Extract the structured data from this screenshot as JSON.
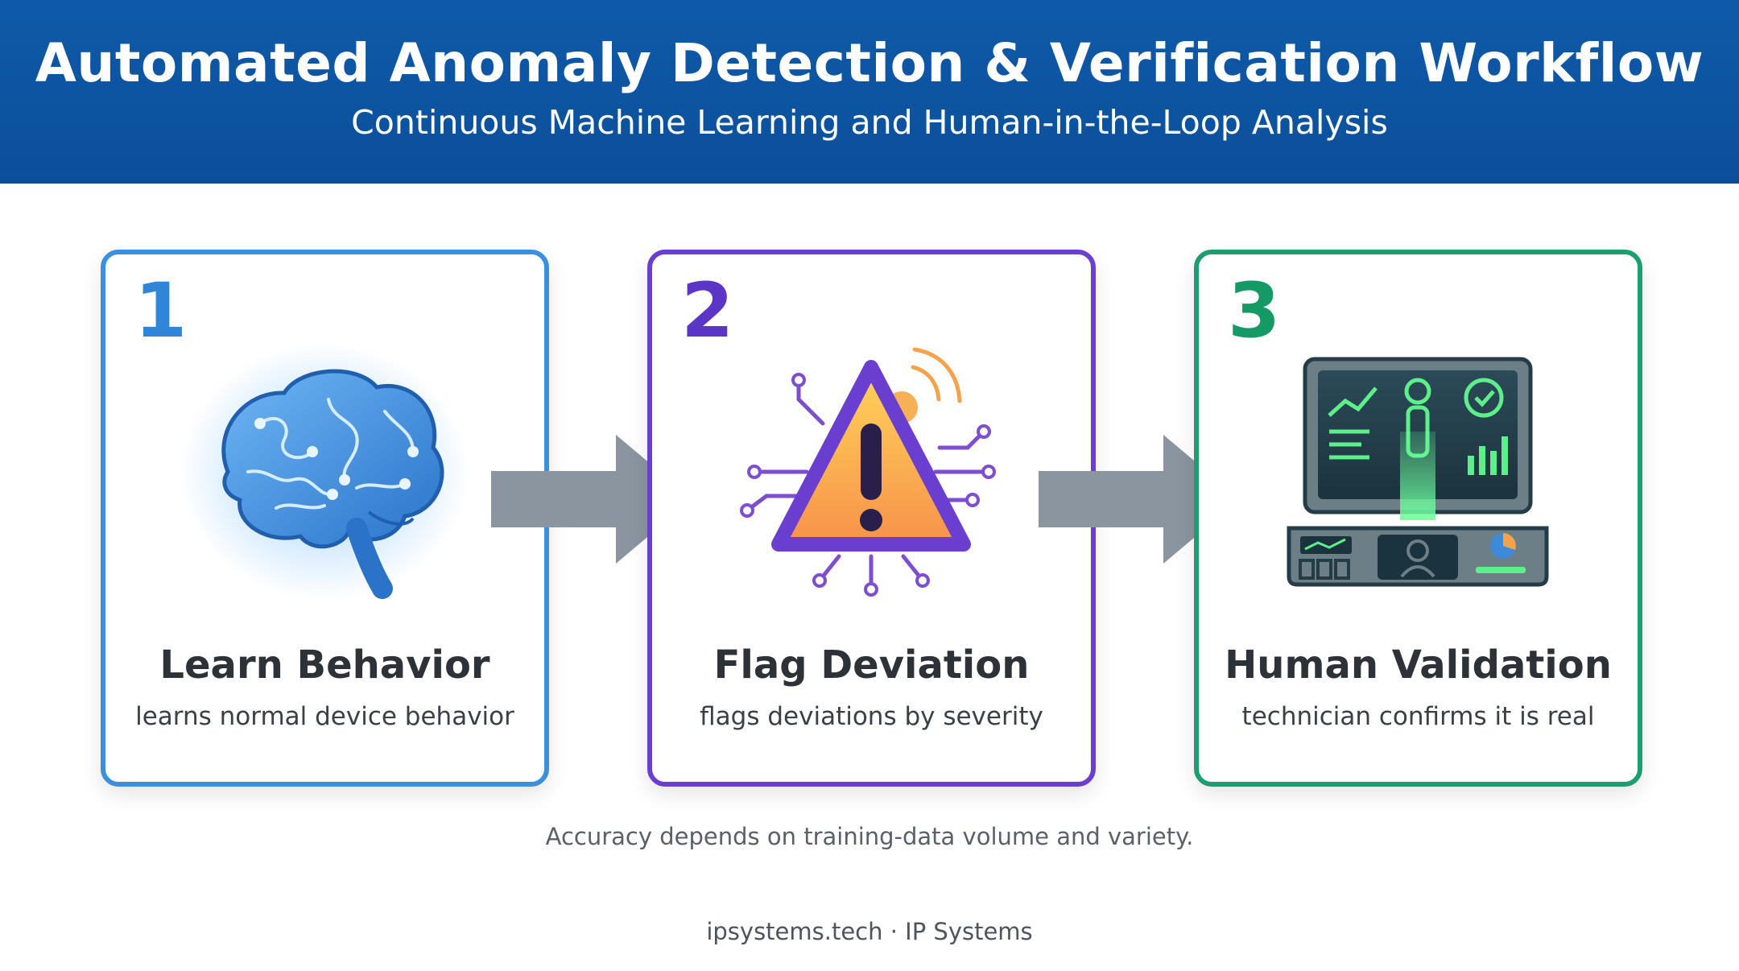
{
  "header": {
    "title": "Automated Anomaly Detection & Verification Workflow",
    "subtitle": "Continuous Machine Learning and Human-in-the-Loop Analysis",
    "background_color": "#0b4f9b"
  },
  "steps": [
    {
      "number": "1",
      "title": "Learn Behavior",
      "description": "learns normal device behavior",
      "icon": "brain-icon",
      "accent": "#3a8fde"
    },
    {
      "number": "2",
      "title": "Flag Deviation",
      "description": "flags deviations by severity",
      "icon": "warning-triangle-icon",
      "accent": "#6a3fd0"
    },
    {
      "number": "3",
      "title": "Human Validation",
      "description": "technician confirms it is real",
      "icon": "monitoring-console-icon",
      "accent": "#1e9e6e"
    }
  ],
  "connectors": {
    "icon": "arrow-right-icon",
    "color": "#8a959f"
  },
  "note": "Accuracy depends on training-data volume and variety.",
  "footer": "ipsystems.tech · IP Systems"
}
